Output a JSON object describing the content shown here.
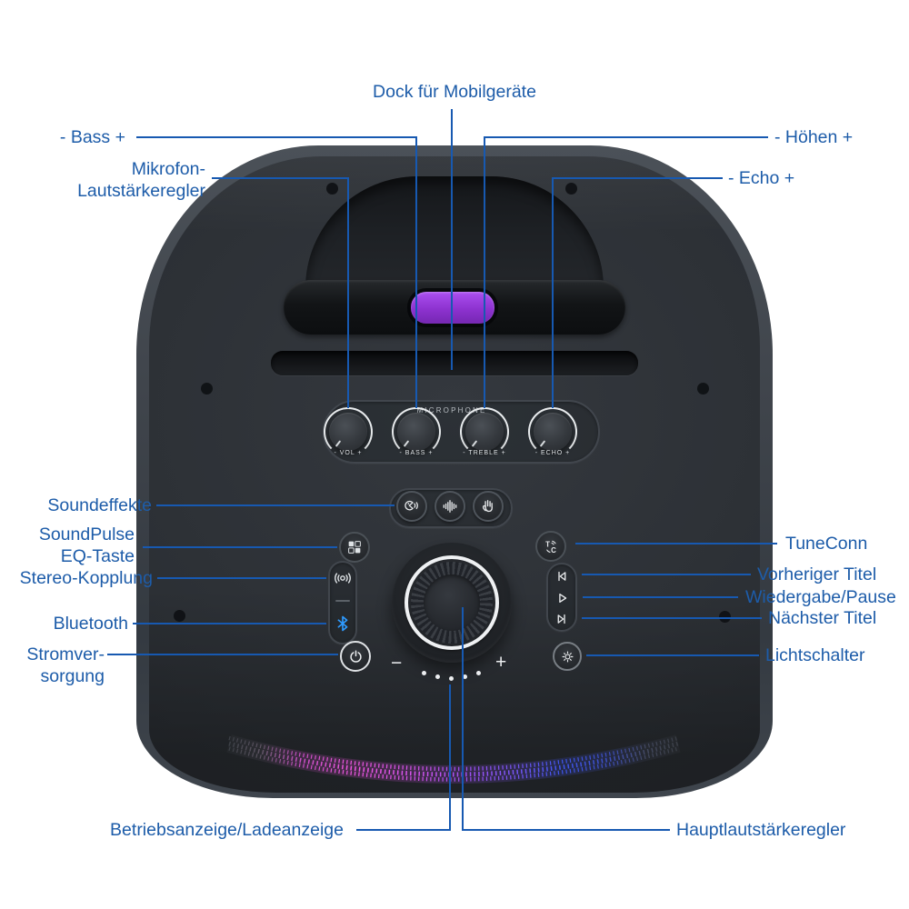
{
  "callouts": {
    "dock": "Dock für Mobilgeräte",
    "bass": "- Bass +",
    "treble": "- Höhen +",
    "echo": "- Echo +",
    "mic_volume": {
      "line1": "Mikrofon-",
      "line2": "Lautstärkeregler"
    },
    "sound_effects": "Soundeffekte",
    "soundpulse_eq": {
      "line1": "SoundPulse",
      "line2": "EQ-Taste"
    },
    "stereo_pairing": "Stereo-Kopplung",
    "bluetooth": "Bluetooth",
    "power": {
      "line1": "Stromver-",
      "line2": "sorgung"
    },
    "tuneconn": "TuneConn",
    "previous_track": "Vorheriger Titel",
    "play_pause": "Wiedergabe/Pause",
    "next_track": "Nächster Titel",
    "light_switch": "Lichtschalter",
    "status_led": "Betriebsanzeige/Ladeanzeige",
    "main_volume": "Hauptlautstärkeregler"
  },
  "panel": {
    "mic_section": "MICROPHONE",
    "knobs": [
      {
        "label": "- VOL +"
      },
      {
        "label": "- BASS +"
      },
      {
        "label": "- TREBLE +"
      },
      {
        "label": "- ECHO +"
      }
    ],
    "volume_minus": "−",
    "volume_plus": "+"
  },
  "colors": {
    "callout_blue": "#1d5ca9",
    "body_dark": "#2b2f34",
    "dock_button_purple": "#8d32cf",
    "bluetooth_blue": "#2e9bff",
    "led_pink": "#ef55e2",
    "led_purple": "#a24ff2",
    "led_blue": "#3f55ee"
  },
  "icons": {
    "effect1": "horn-with-sound-waves",
    "effect2": "voice-waveform",
    "effect3": "hand-clap",
    "eq": "eq-preset-grid",
    "stereo": "stereo-link-waves",
    "bluetooth": "bluetooth-rune",
    "power": "power-symbol",
    "tuneconn": "tc-letters-with-waves",
    "previous": "previous-track-triangle",
    "play": "play-triangle",
    "next": "next-track-triangle",
    "light": "sun-rays"
  }
}
